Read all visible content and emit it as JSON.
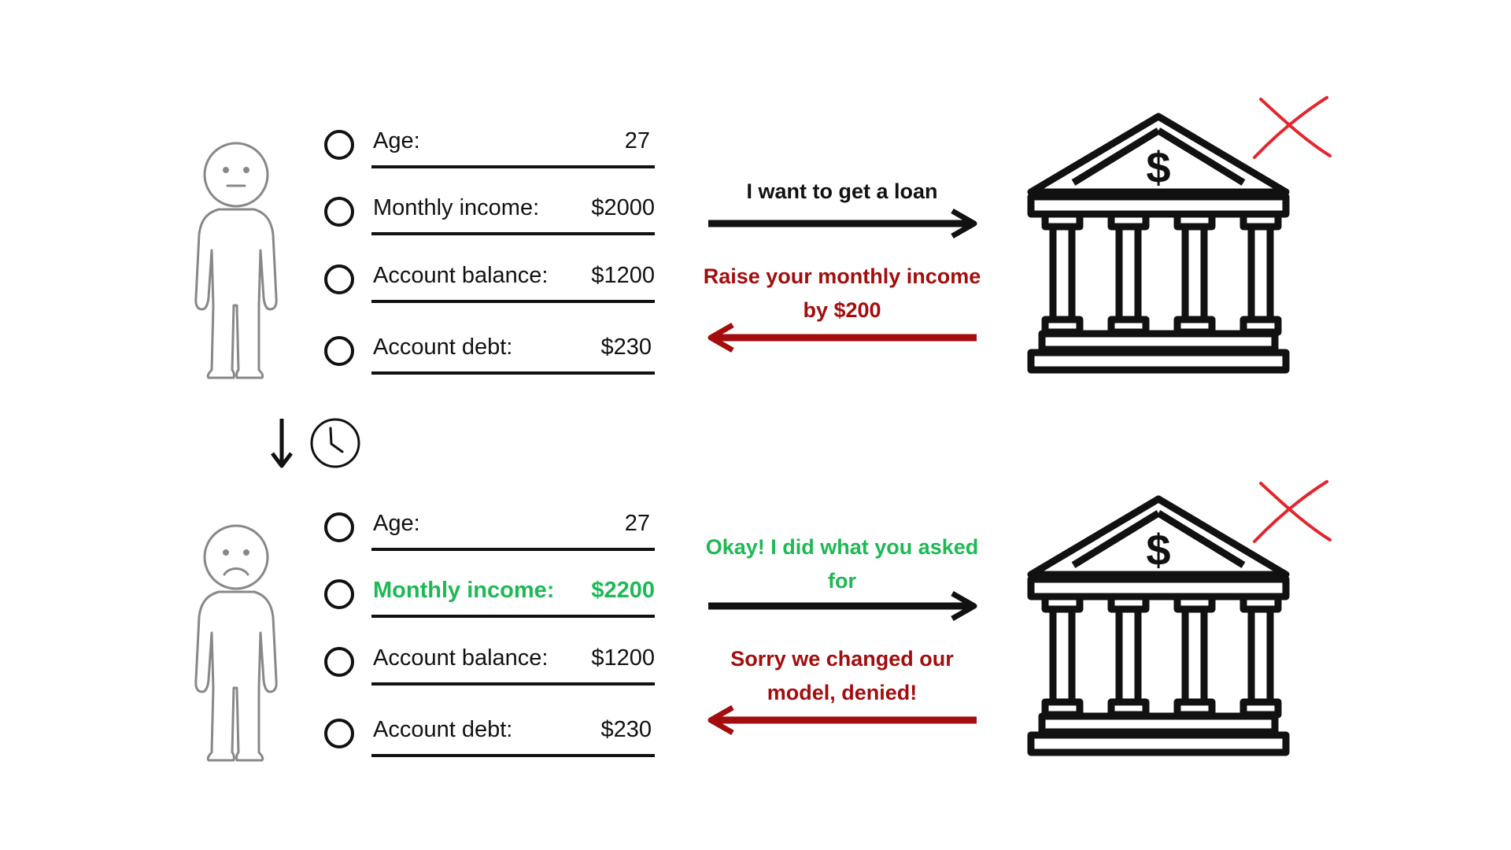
{
  "scenarios": [
    {
      "fields": [
        {
          "label": "Age:",
          "value": "27",
          "highlight": false
        },
        {
          "label": "Monthly income:",
          "value": "$2000",
          "highlight": false
        },
        {
          "label": "Account balance:",
          "value": "$1200",
          "highlight": false
        },
        {
          "label": "Account debt:",
          "value": "$230",
          "highlight": false
        }
      ],
      "request_message": "I want to get a loan",
      "response_message": "Raise your monthly income by $200",
      "request_color": "#111111",
      "response_color": "#a30d0d",
      "person_expression": "neutral-face",
      "bank_decision": "rejected-x-icon"
    },
    {
      "fields": [
        {
          "label": "Age:",
          "value": "27",
          "highlight": false
        },
        {
          "label": "Monthly income:",
          "value": "$2200",
          "highlight": true
        },
        {
          "label": "Account balance:",
          "value": "$1200",
          "highlight": false
        },
        {
          "label": "Account debt:",
          "value": "$230",
          "highlight": false
        }
      ],
      "request_message": "Okay! I did what you asked for",
      "response_message": "Sorry we changed our model, denied!",
      "request_color": "#1db954",
      "response_color": "#a30d0d",
      "person_expression": "sad-face",
      "bank_decision": "rejected-x-icon"
    }
  ],
  "transition": {
    "icons": [
      "down-arrow-icon",
      "clock-icon"
    ]
  },
  "colors": {
    "highlight_green": "#1db954",
    "deny_red": "#a30d0d",
    "x_mark_red": "#e3262d",
    "outline": "#111111",
    "person_gray": "#888888"
  },
  "icons": {
    "bank": "bank-icon",
    "dollar": "$"
  }
}
